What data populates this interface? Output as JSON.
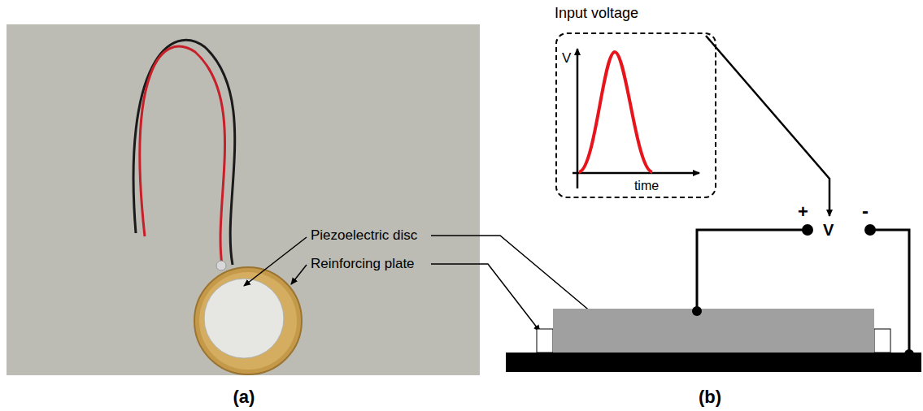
{
  "diagram": {
    "nodes": [
      {
        "text": [
          "Input voltage",
          "V",
          "time"
        ]
      }
    ],
    "labels": [
      "Piezoelectric disc",
      "Reinforcing plate",
      "+",
      "V",
      "-",
      "(a)",
      "(b)"
    ]
  }
}
